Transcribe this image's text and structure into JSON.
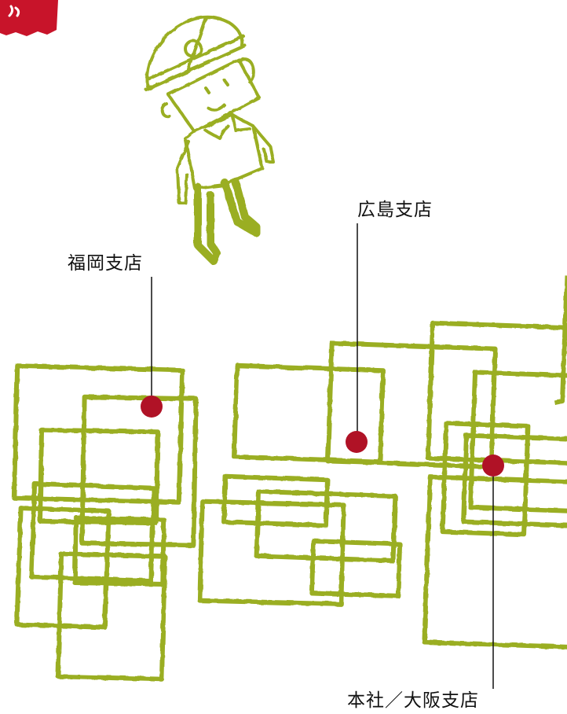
{
  "colors": {
    "building": "#9aae22",
    "marker": "#b01226",
    "banner": "#c8142a",
    "leader": "#111111",
    "text": "#111111"
  },
  "banner": {
    "icon": "red-ribbon-banner"
  },
  "mascot": {
    "icon": "construction-worker-mascot-icon"
  },
  "branches": [
    {
      "id": "fukuoka",
      "label": "福岡支店"
    },
    {
      "id": "hiroshima",
      "label": "広島支店"
    },
    {
      "id": "osaka",
      "label": "本社／大阪支店"
    }
  ]
}
